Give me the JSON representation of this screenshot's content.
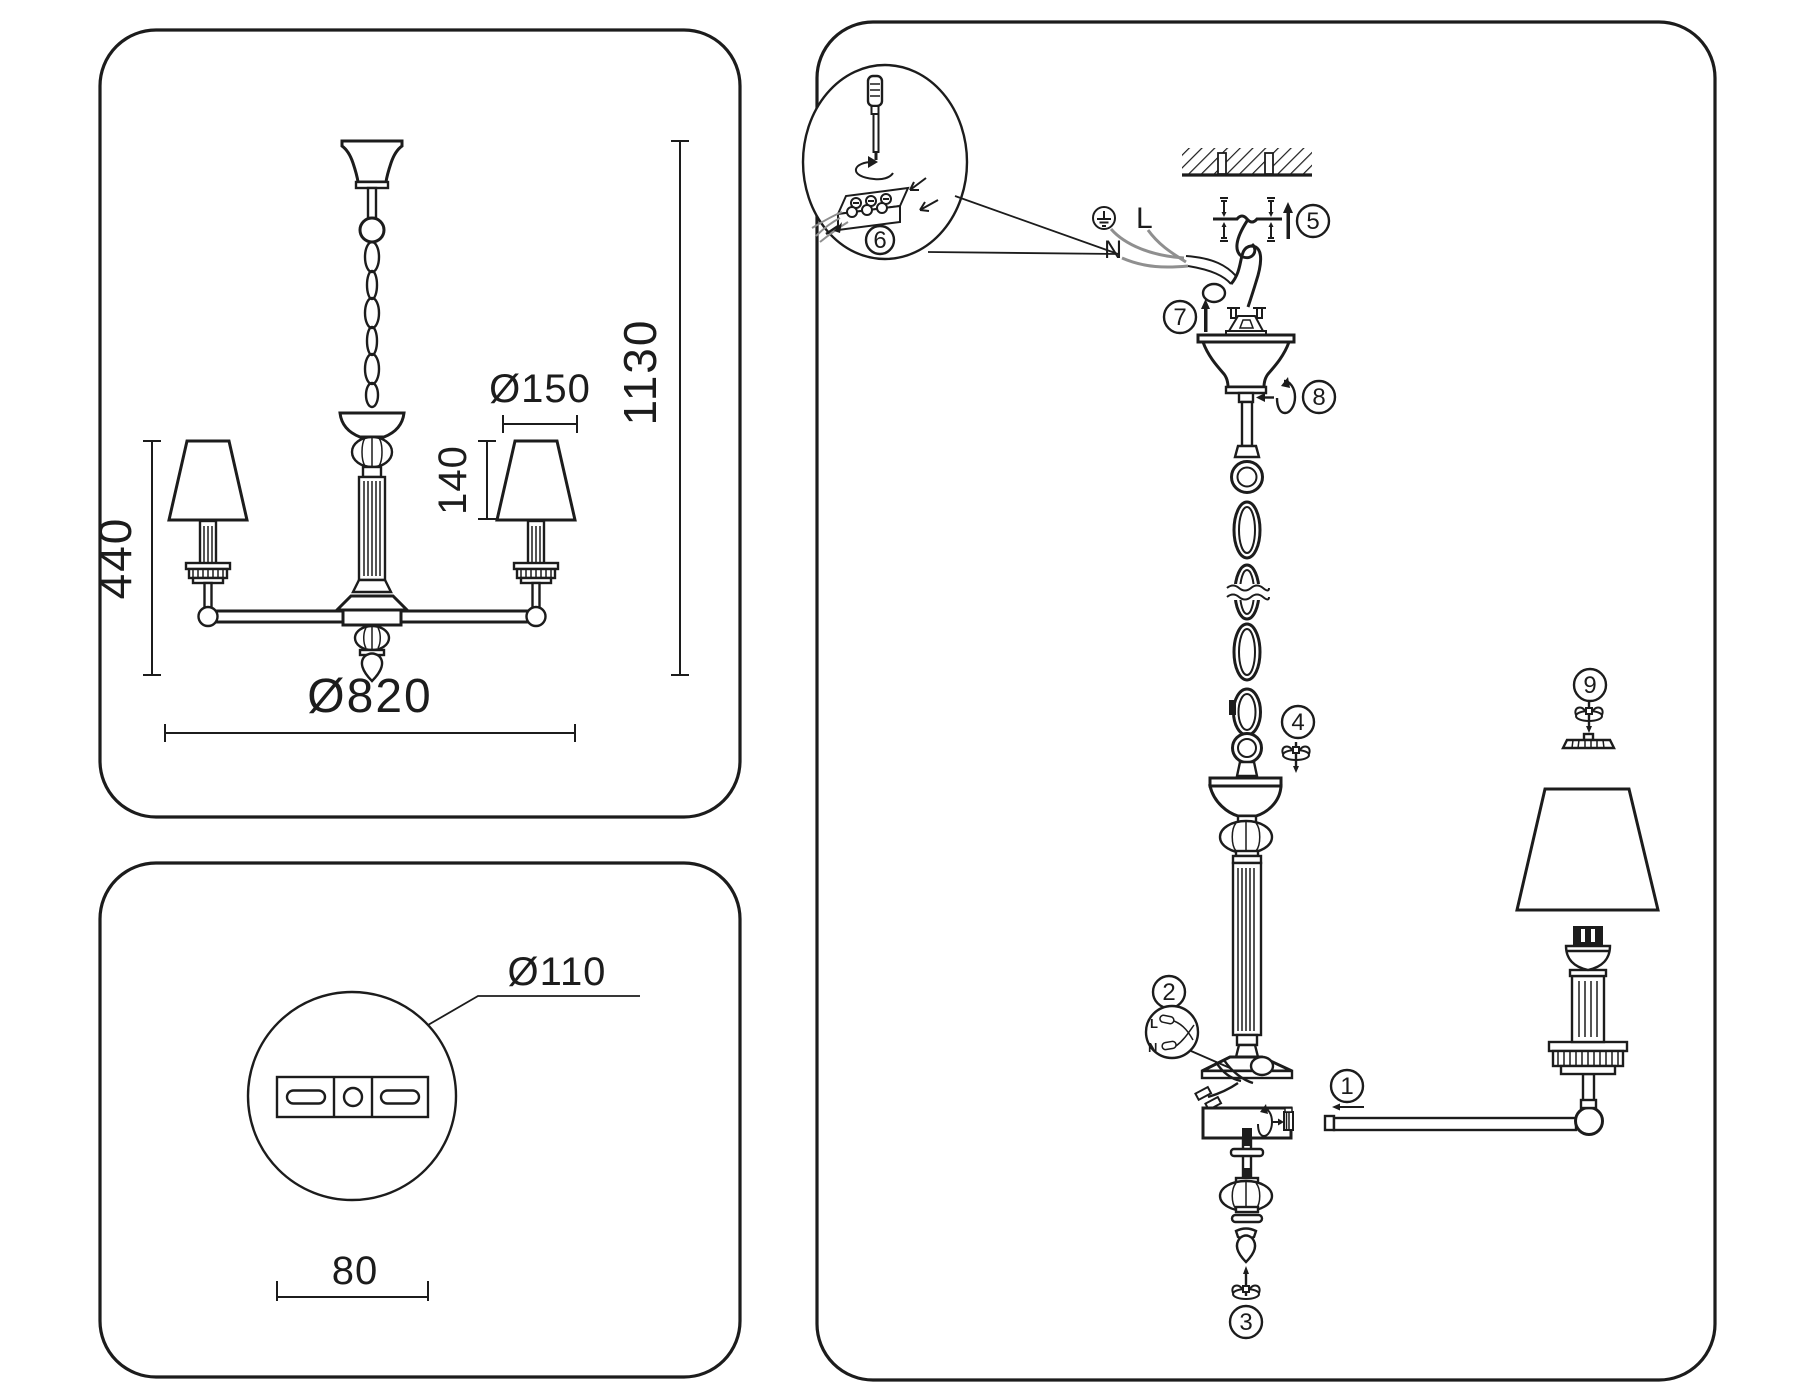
{
  "colors": {
    "line": "#1c1c1c",
    "wire_gray": "#8f8f8f",
    "background": "#ffffff"
  },
  "front_view": {
    "dim_total_height": "1130",
    "dim_fixture_height": "440",
    "dim_shade_diameter": "Ø150",
    "dim_shade_height": "140",
    "dim_overall_diameter": "Ø820"
  },
  "ceiling_mount_view": {
    "dim_canopy_diameter": "Ø110",
    "dim_bracket_length": "80"
  },
  "assembly_view": {
    "labels": {
      "live": "L",
      "neutral": "N"
    },
    "inset_labels": {
      "live": "L",
      "neutral": "N"
    },
    "callouts": {
      "c1": "1",
      "c2": "2",
      "c3": "3",
      "c4": "4",
      "c5": "5",
      "c6": "6",
      "c7": "7",
      "c8": "8",
      "c9": "9"
    }
  }
}
